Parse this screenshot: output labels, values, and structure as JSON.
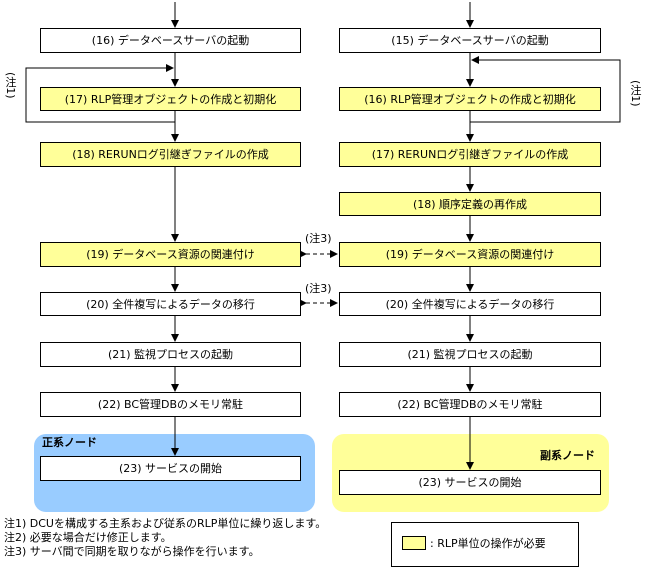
{
  "colors": {
    "primary_region": "#99ccff",
    "secondary_region": "#ffff99",
    "rlp_box": "#ffff99",
    "plain_box": "#ffffff",
    "line": "#000000"
  },
  "primary": {
    "node_label": "正系ノード",
    "steps": [
      {
        "text": "(16) データベースサーバの起動",
        "rlp": false
      },
      {
        "text": "(17) RLP管理オブジェクトの作成と初期化",
        "rlp": true
      },
      {
        "text": "(18) RERUNログ引継ぎファイルの作成",
        "rlp": true
      },
      {
        "text": "(19) データベース資源の関連付け",
        "rlp": true
      },
      {
        "text": "(20) 全件複写によるデータの移行",
        "rlp": false
      },
      {
        "text": "(21) 監視プロセスの起動",
        "rlp": false
      },
      {
        "text": "(22) BC管理DBのメモリ常駐",
        "rlp": false
      },
      {
        "text": "(23) サービスの開始",
        "rlp": false
      }
    ],
    "loop_note": "(注1)"
  },
  "secondary": {
    "node_label": "副系ノード",
    "steps": [
      {
        "text": "(15) データベースサーバの起動",
        "rlp": false
      },
      {
        "text": "(16) RLP管理オブジェクトの作成と初期化",
        "rlp": true
      },
      {
        "text": "(17) RERUNログ引継ぎファイルの作成",
        "rlp": true
      },
      {
        "text": "(18) 順序定義の再作成",
        "rlp": true
      },
      {
        "text": "(19) データベース資源の関連付け",
        "rlp": true
      },
      {
        "text": "(20) 全件複写によるデータの移行",
        "rlp": false
      },
      {
        "text": "(21) 監視プロセスの起動",
        "rlp": false
      },
      {
        "text": "(22) BC管理DBのメモリ常駐",
        "rlp": false
      },
      {
        "text": "(23) サービスの開始",
        "rlp": false
      }
    ],
    "loop_note": "(注1)"
  },
  "sync_notes": [
    "(注3)",
    "(注3)"
  ],
  "footnotes": [
    "注1) DCUを構成する主系および従系のRLP単位に繰り返します。",
    "注2) 必要な場合だけ修正します。",
    "注3) サーバ間で同期を取りながら操作を行います。"
  ],
  "legend": {
    "text": ": RLP単位の操作が必要"
  }
}
